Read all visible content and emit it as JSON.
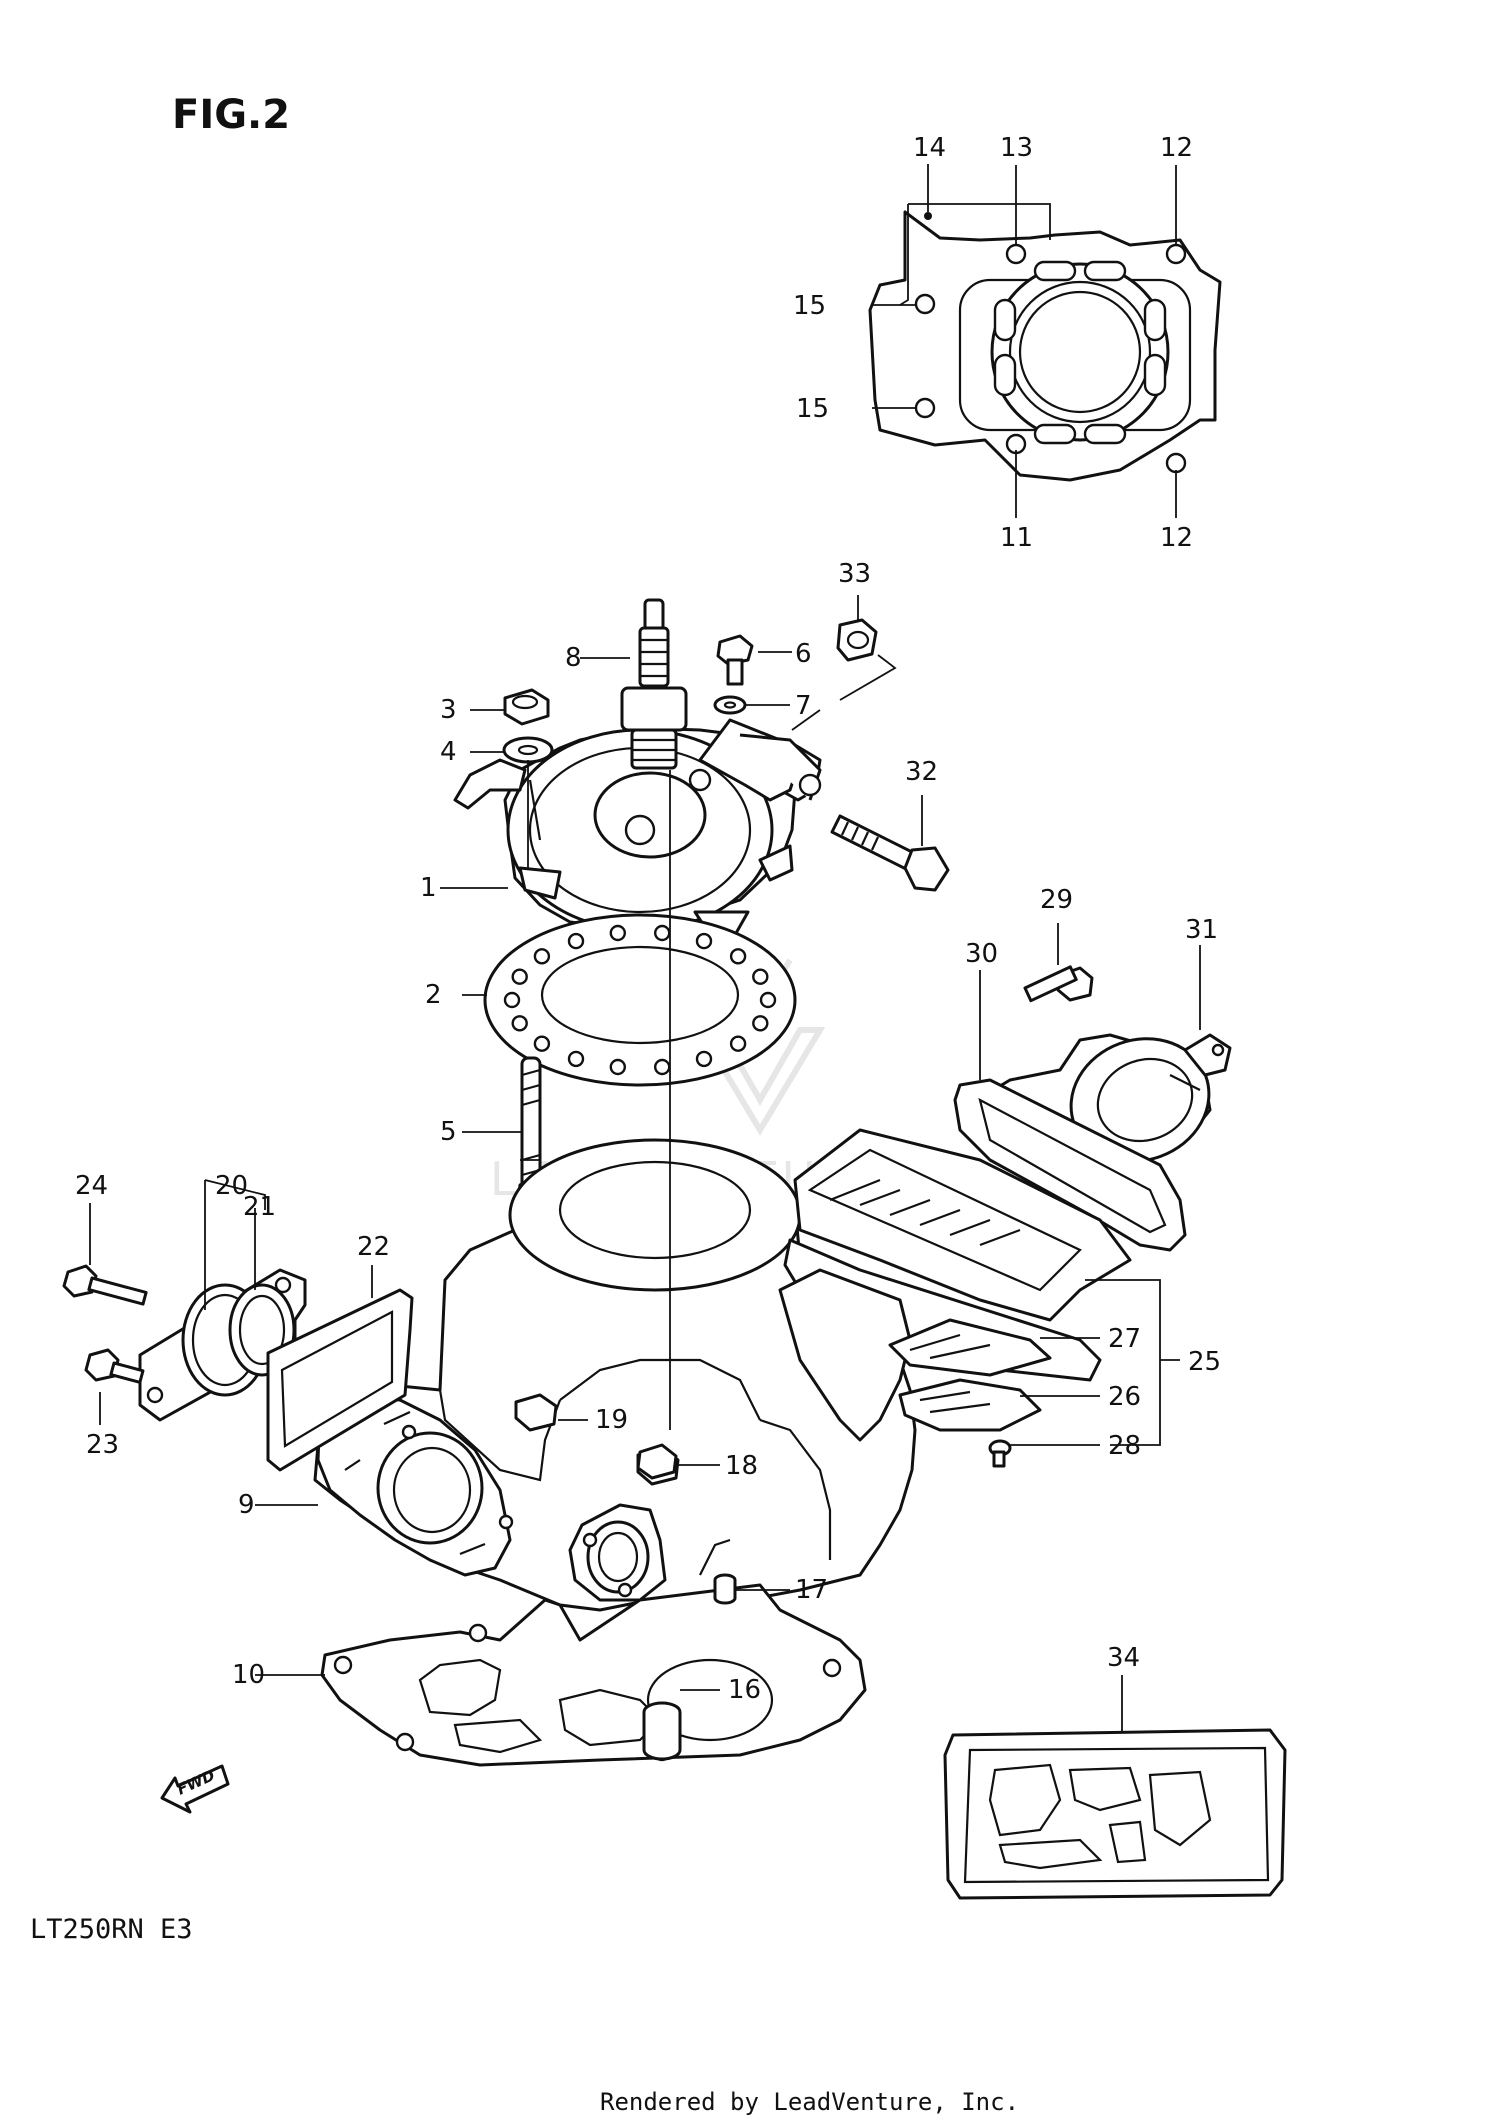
{
  "figure": {
    "title": "FIG.2",
    "model_code": "LT250RN E3",
    "fwd_label": "FWD",
    "credit": "Rendered by LeadVenture, Inc.",
    "watermark": "LEADVENTURE"
  },
  "callouts": [
    {
      "id": "c1",
      "label": "1"
    },
    {
      "id": "c2",
      "label": "2"
    },
    {
      "id": "c3",
      "label": "3"
    },
    {
      "id": "c4",
      "label": "4"
    },
    {
      "id": "c5",
      "label": "5"
    },
    {
      "id": "c6",
      "label": "6"
    },
    {
      "id": "c7",
      "label": "7"
    },
    {
      "id": "c8",
      "label": "8"
    },
    {
      "id": "c9",
      "label": "9"
    },
    {
      "id": "c10",
      "label": "10"
    },
    {
      "id": "c11",
      "label": "11"
    },
    {
      "id": "c12a",
      "label": "12"
    },
    {
      "id": "c12b",
      "label": "12"
    },
    {
      "id": "c13",
      "label": "13"
    },
    {
      "id": "c14",
      "label": "14"
    },
    {
      "id": "c15a",
      "label": "15"
    },
    {
      "id": "c15b",
      "label": "15"
    },
    {
      "id": "c16",
      "label": "16"
    },
    {
      "id": "c17",
      "label": "17"
    },
    {
      "id": "c18",
      "label": "18"
    },
    {
      "id": "c19",
      "label": "19"
    },
    {
      "id": "c20",
      "label": "20"
    },
    {
      "id": "c21",
      "label": "21"
    },
    {
      "id": "c22",
      "label": "22"
    },
    {
      "id": "c23",
      "label": "23"
    },
    {
      "id": "c24",
      "label": "24"
    },
    {
      "id": "c25",
      "label": "25"
    },
    {
      "id": "c26",
      "label": "26"
    },
    {
      "id": "c27",
      "label": "27"
    },
    {
      "id": "c28",
      "label": "28"
    },
    {
      "id": "c29",
      "label": "29"
    },
    {
      "id": "c30",
      "label": "30"
    },
    {
      "id": "c31",
      "label": "31"
    },
    {
      "id": "c32",
      "label": "32"
    },
    {
      "id": "c33",
      "label": "33"
    },
    {
      "id": "c34",
      "label": "34"
    }
  ]
}
